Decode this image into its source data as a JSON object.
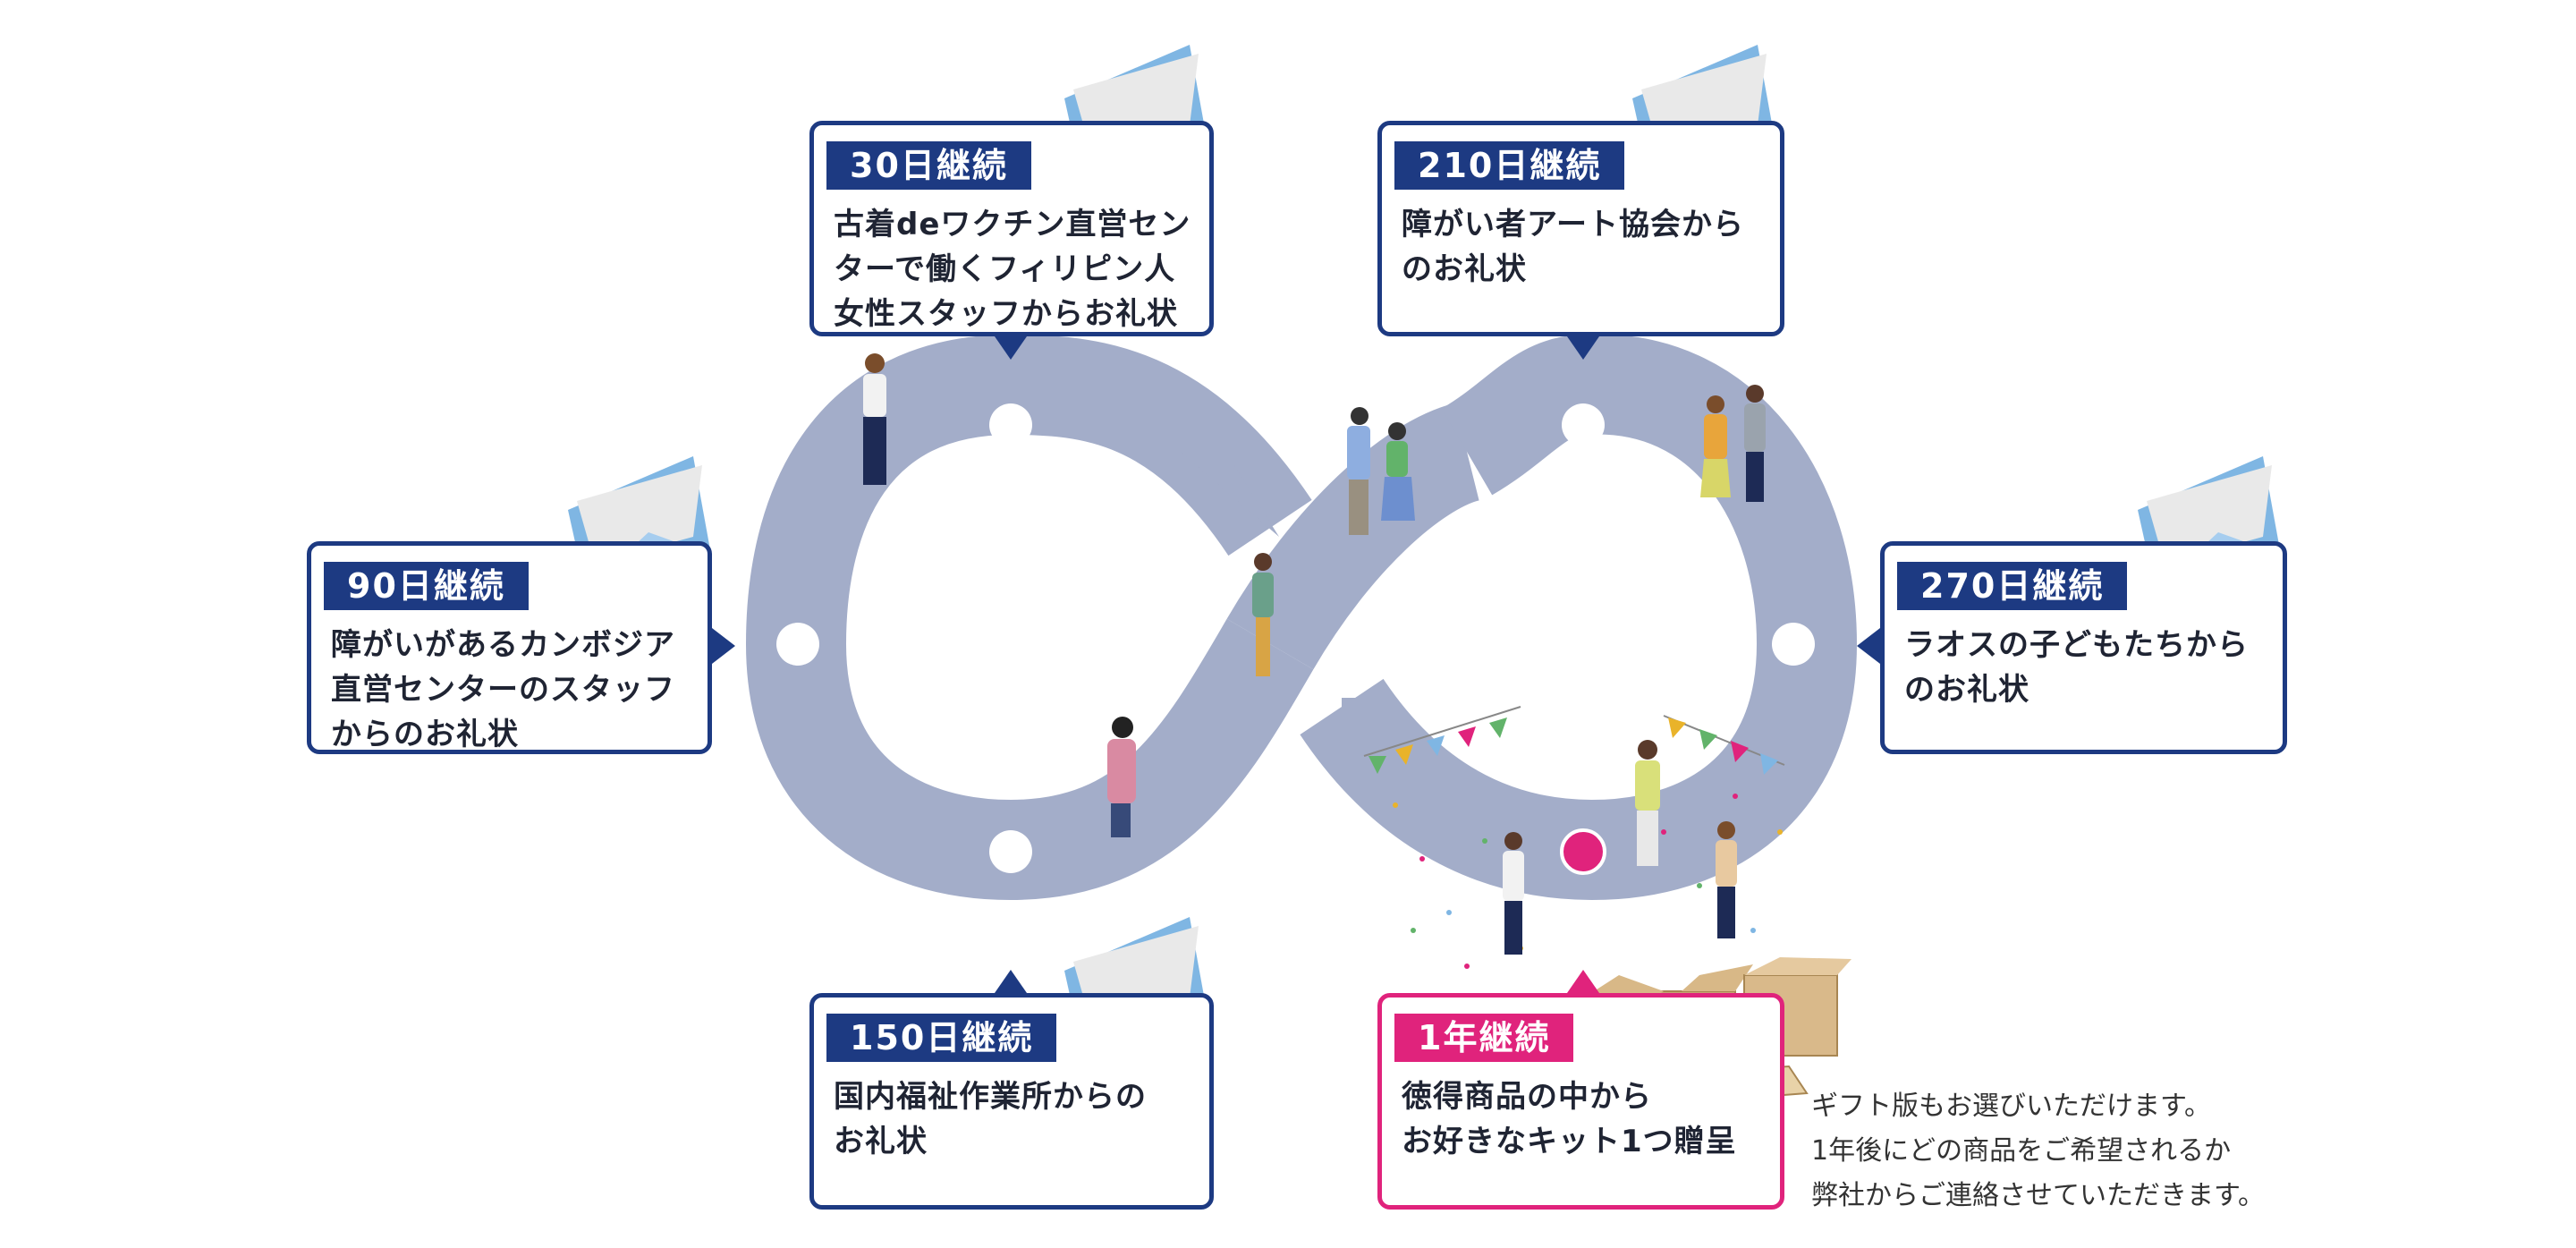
{
  "colors": {
    "navy": "#1d3a82",
    "pink": "#e0237c",
    "loop": "#a3adc9",
    "envelope": "#7fb6e3",
    "paper": "#e9e9e9"
  },
  "icons": {
    "envelope": "envelope-icon",
    "gift": "gift-box-icon",
    "confetti": "confetti-icon",
    "bunting": "bunting-flag-icon",
    "person": "person-icon"
  },
  "milestones": [
    {
      "label": "30日継続",
      "lines": [
        "古着deワクチン直営セン",
        "ターで働くフィリピン人",
        "女性スタッフからお礼状"
      ]
    },
    {
      "label": "90日継続",
      "lines": [
        "障がいがあるカンボジア",
        "直営センターのスタッフ",
        "からのお礼状"
      ]
    },
    {
      "label": "150日継続",
      "lines": [
        "国内福祉作業所からの",
        "お礼状"
      ]
    },
    {
      "label": "210日継続",
      "lines": [
        "障がい者アート協会から",
        "のお礼状"
      ]
    },
    {
      "label": "270日継続",
      "lines": [
        "ラオスの子どもたちから",
        "のお礼状"
      ]
    },
    {
      "label": "1年継続",
      "lines": [
        "徳得商品の中から",
        "お好きなキット1つ贈呈"
      ]
    }
  ],
  "note": [
    "ギフト版もお選びいただけます。",
    "1年後にどの商品をご希望されるか",
    "弊社からご連絡させていただきます。"
  ]
}
